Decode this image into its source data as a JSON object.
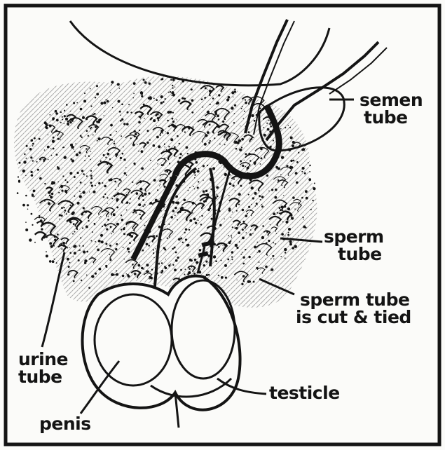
{
  "diagram": {
    "labels": {
      "semen_tube": [
        "semen",
        "tube"
      ],
      "sperm_tube": [
        "sperm",
        "tube"
      ],
      "sperm_tube_cut": [
        "sperm tube",
        "is cut & tied"
      ],
      "urine_tube": [
        "urine",
        "tube"
      ],
      "testicle": "testicle",
      "penis": "penis"
    },
    "colors": {
      "ink": "#141414",
      "paper": "#fbfbf9"
    }
  }
}
